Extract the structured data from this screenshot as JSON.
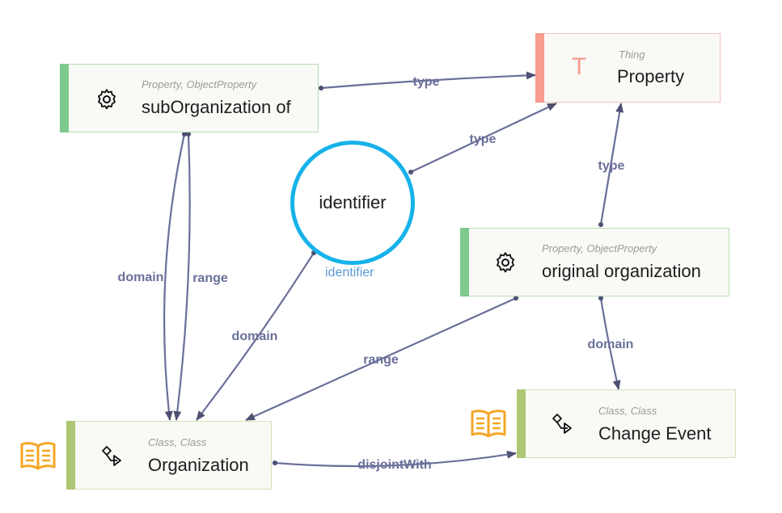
{
  "colors": {
    "edge": "#6a6f9a",
    "property_bar": "#7dca8c",
    "class_bar": "#aec774",
    "thing_bar": "#f79c8f",
    "literal_circle": "#16b2ea",
    "book_icon": "#f5a623"
  },
  "nodes": {
    "property_thing": {
      "types": "Thing",
      "label": "Property",
      "icon": "T"
    },
    "suborganization_of": {
      "types": "Property, ObjectProperty",
      "label": "subOrganization of",
      "icon": "gear-icon"
    },
    "original_organization": {
      "types": "Property, ObjectProperty",
      "label": "original organization",
      "icon": "gear-icon"
    },
    "identifier": {
      "label": "identifier",
      "caption": "identifier"
    },
    "organization": {
      "types": "Class, Class",
      "label": "Organization",
      "icon": "class-icon",
      "badge": "book-icon"
    },
    "change_event": {
      "types": "Class, Class",
      "label": "Change Event",
      "icon": "class-icon",
      "badge": "book-icon"
    }
  },
  "edges": {
    "sub_type": "type",
    "identifier_type": "type",
    "original_type": "type",
    "sub_domain": "domain",
    "sub_range": "range",
    "identifier_domain": "domain",
    "original_range": "range",
    "original_domain": "domain",
    "disjoint_with": "disjointWith"
  }
}
